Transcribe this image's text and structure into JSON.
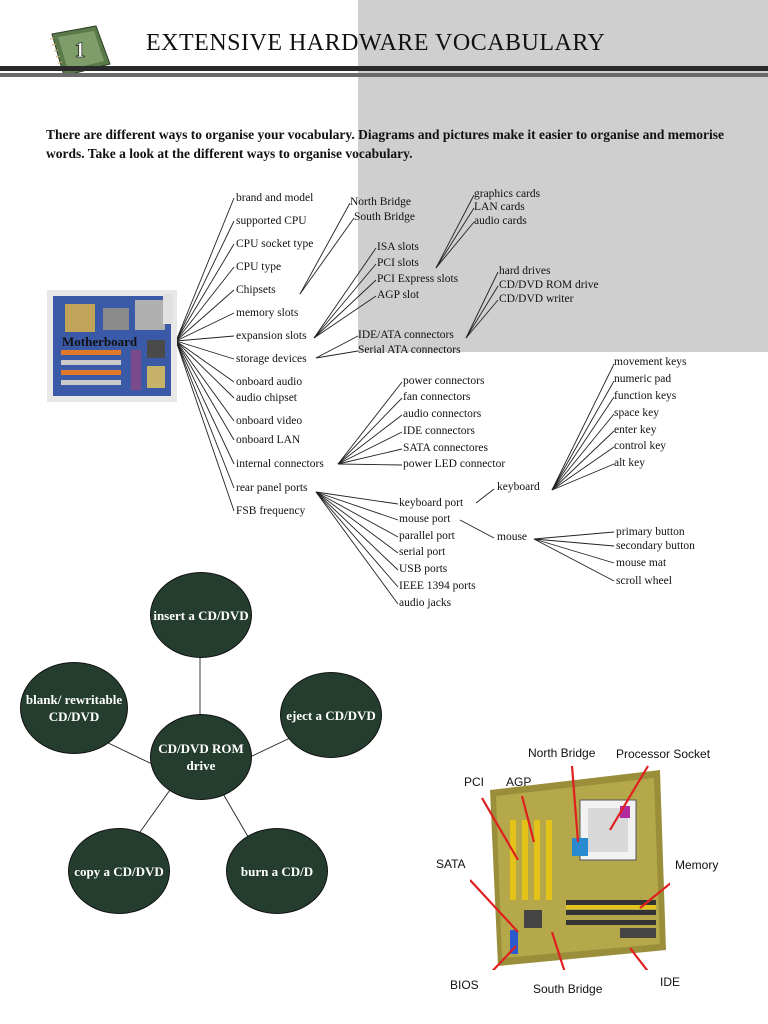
{
  "header": {
    "number": "1",
    "title": "EXTENSIVE HARDWARE VOCABULARY"
  },
  "intro": "There are different ways to organise your vocabulary. Diagrams and pictures make it easier to organise and memorise words. Take a look at the different ways to organise vocabulary.",
  "tree": {
    "root": "Motherboard",
    "branches": [
      "brand and model",
      "supported CPU",
      "CPU socket type",
      "CPU type",
      "Chipsets",
      "memory slots",
      "expansion slots",
      "storage devices",
      "onboard audio",
      "audio chipset",
      "onboard video",
      "onboard LAN",
      "internal connectors",
      "rear panel ports",
      "FSB frequency"
    ],
    "chipsets": [
      "North Bridge",
      "South Bridge"
    ],
    "expansion_slots": [
      "ISA slots",
      "PCI slots",
      "PCI Express slots",
      "AGP slot"
    ],
    "cards": [
      "graphics cards",
      "LAN cards",
      "audio cards"
    ],
    "storage": [
      "IDE/ATA connectors",
      "Serial ATA connectors"
    ],
    "drives": [
      "hard drives",
      "CD/DVD ROM drive",
      "CD/DVD writer"
    ],
    "internal": [
      "power connectors",
      "fan connectors",
      "audio connectors",
      "IDE connectors",
      "SATA connectores",
      "power LED connector"
    ],
    "rear": [
      "keyboard port",
      "mouse port",
      "parallel port",
      "serial port",
      "USB ports",
      "IEEE 1394 ports",
      "audio jacks"
    ],
    "keyboard_label": "keyboard",
    "keys": [
      "movement keys",
      "numeric pad",
      "function keys",
      "space key",
      "enter key",
      "control key",
      "alt key"
    ],
    "mouse_label": "mouse",
    "mouse_items": [
      "primary button",
      "secondary button",
      "mouse mat",
      "scroll wheel"
    ]
  },
  "mindmap": {
    "center": "CD/DVD ROM drive",
    "top": "insert a CD/DVD",
    "left": "blank/ rewritable CD/DVD",
    "right": "eject a CD/DVD",
    "bottom_left": "copy a CD/DVD",
    "bottom_right": "burn a CD/D"
  },
  "photo_labels": {
    "north_bridge": "North Bridge",
    "processor_socket": "Processor Socket",
    "pci": "PCI",
    "agp": "AGP",
    "sata": "SATA",
    "memory": "Memory",
    "bios": "BIOS",
    "south_bridge": "South Bridge",
    "ide": "IDE"
  },
  "colors": {
    "circle": "#243d2f",
    "panel": "#cfcfcf",
    "arrow": "#e02020"
  }
}
